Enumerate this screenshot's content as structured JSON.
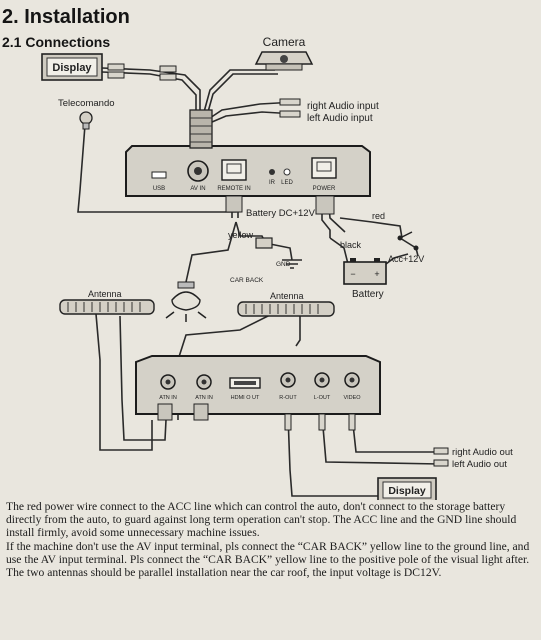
{
  "section_title": "2. Installation",
  "subsection_title": "2.1 Connections",
  "diagram": {
    "display_top": "Display",
    "camera": "Camera",
    "right_audio_in": "right Audio input",
    "left_audio_in": "left Audio input",
    "telecomando": "Telecomando",
    "port_usb": "USB",
    "port_av_in": "AV IN",
    "port_remote_in": "REMOTE IN",
    "port_ir": "IR",
    "port_led": "LED",
    "port_power": "POWER",
    "battery_dc": "Battery DC+12V",
    "yellow": "yellow",
    "red": "red",
    "black": "black",
    "acc": "Acc+12V",
    "gnd": "GND",
    "car_back": "CAR BACK",
    "battery": "Battery",
    "antenna_left": "Antenna",
    "antenna_right": "Antenna",
    "port_atn_in_1": "ATN IN",
    "port_atn_in_2": "ATN IN",
    "port_hdmi_out": "HDMI O UT",
    "port_r_out": "R-OUT",
    "port_l_out": "L-OUT",
    "port_video": "VIDEO",
    "right_audio_out": "right Audio out",
    "left_audio_out": "left Audio out",
    "display_bottom": "Display"
  },
  "body_text": {
    "p1": "The red power wire connect to the ACC line which can control the auto, don't connect to the storage battery directly from the auto, to guard against long term operation can't stop. The ACC line and the GND line should install firmly, avoid some unnecessary machine issues.",
    "p2": "If the machine don't use the AV input terminal, pls connect the “CAR BACK” yellow line to the ground line, and use the AV input terminal. Pls connect the “CAR BACK” yellow line to the positive pole of the visual light after.",
    "p3": "The two antennas should be parallel installation near the car roof, the input voltage is DC12V."
  }
}
